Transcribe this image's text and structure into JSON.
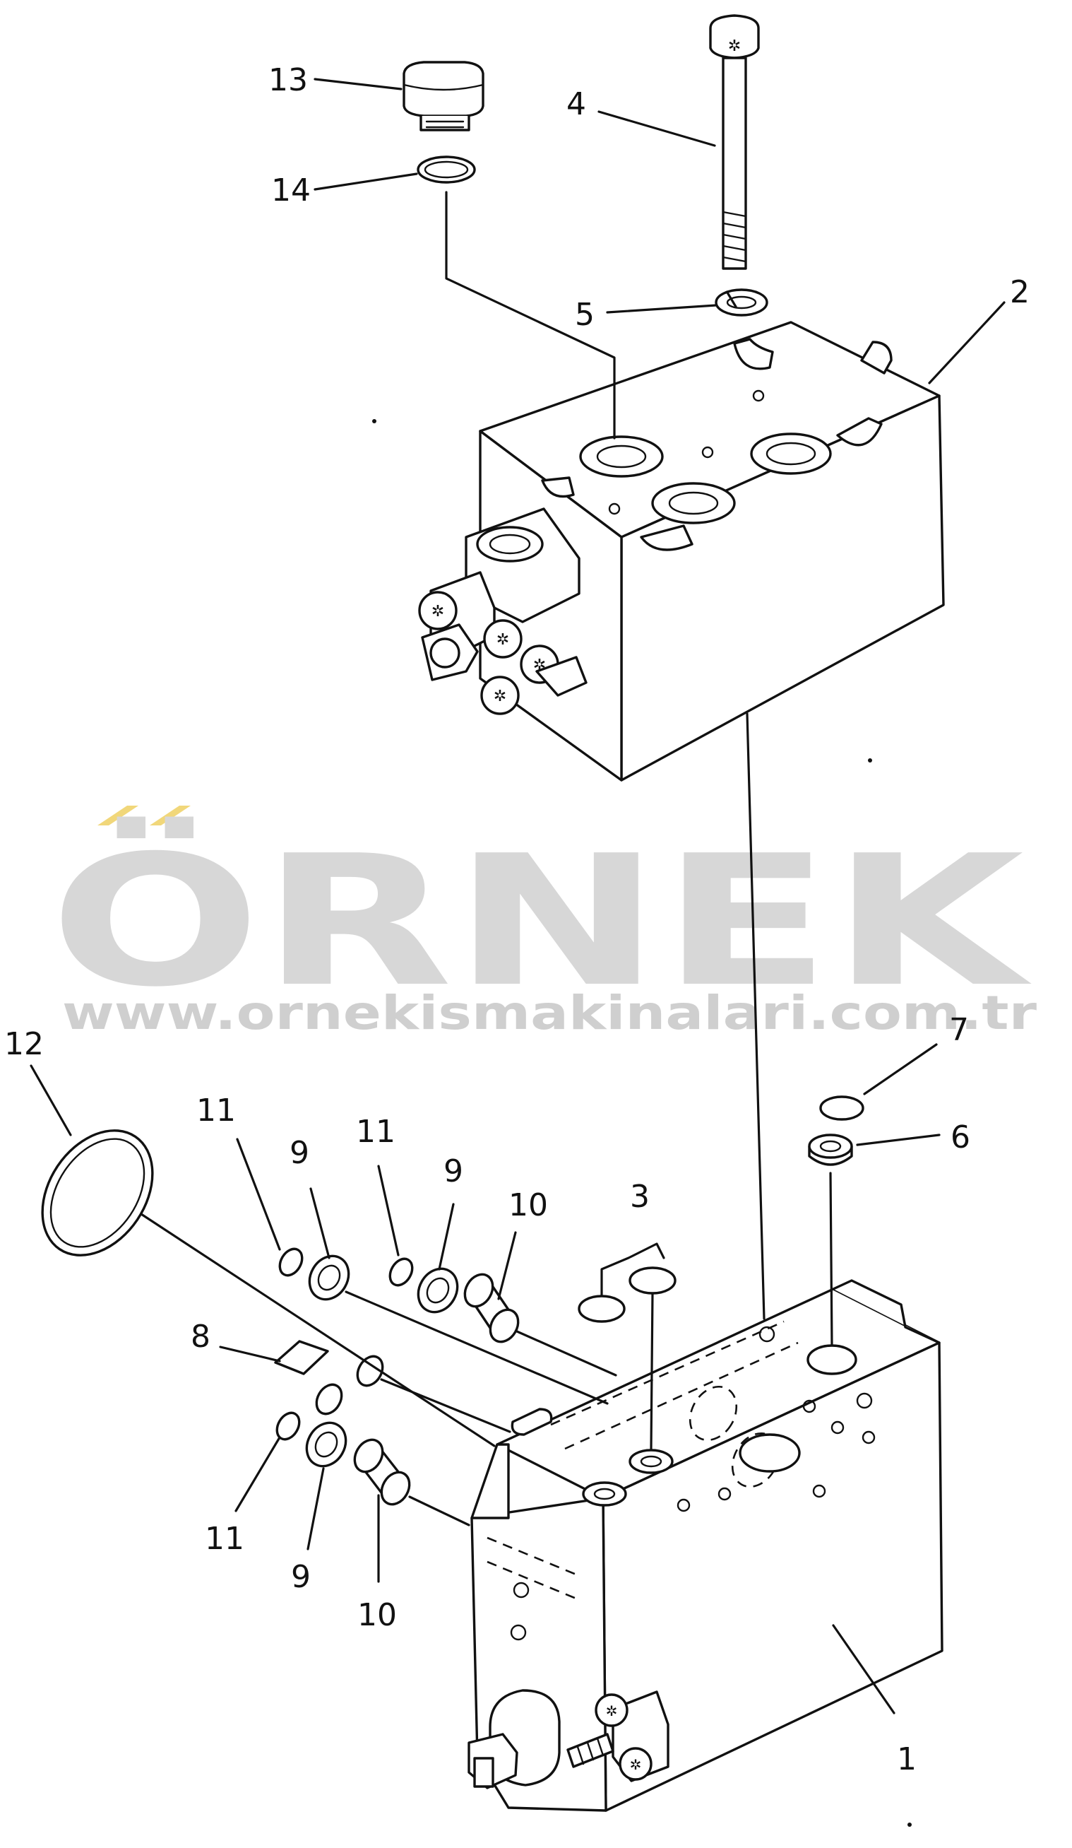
{
  "watermark": {
    "brand": "ÖRNEK",
    "url": "www.ornekismakinalari.com.tr",
    "brand_color": "#d7d7d7",
    "accent_color": "#f1d77a"
  },
  "callouts": [
    {
      "id": "c13",
      "label": "13"
    },
    {
      "id": "c14",
      "label": "14"
    },
    {
      "id": "c4",
      "label": "4"
    },
    {
      "id": "c5",
      "label": "5"
    },
    {
      "id": "c2",
      "label": "2"
    },
    {
      "id": "c12",
      "label": "12"
    },
    {
      "id": "c11a",
      "label": "11"
    },
    {
      "id": "c9a",
      "label": "9"
    },
    {
      "id": "c11b",
      "label": "11"
    },
    {
      "id": "c9b",
      "label": "9"
    },
    {
      "id": "c10a",
      "label": "10"
    },
    {
      "id": "c3",
      "label": "3"
    },
    {
      "id": "c7",
      "label": "7"
    },
    {
      "id": "c6",
      "label": "6"
    },
    {
      "id": "c8",
      "label": "8"
    },
    {
      "id": "c11c",
      "label": "11"
    },
    {
      "id": "c9c",
      "label": "9"
    },
    {
      "id": "c10b",
      "label": "10"
    },
    {
      "id": "c1",
      "label": "1"
    }
  ]
}
